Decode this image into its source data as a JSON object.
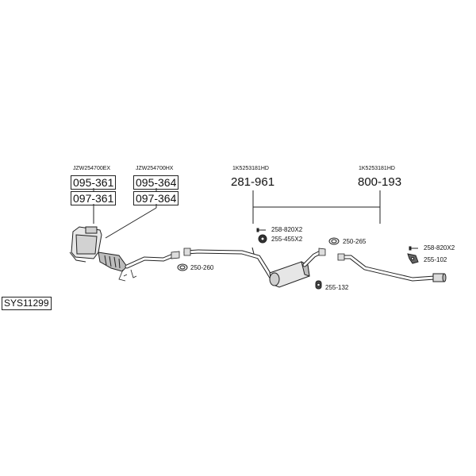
{
  "system_code": "SYS11299",
  "groups": {
    "left": {
      "ref": "JZW254700EX",
      "codes": [
        "095-361",
        "097-361"
      ]
    },
    "mid": {
      "ref": "JZW254700HX",
      "codes": [
        "095-364",
        "097-364"
      ]
    },
    "a": {
      "ref": "1K5253181HD",
      "code": "281-961"
    },
    "b": {
      "ref": "1K5253181HD",
      "code": "800-193"
    }
  },
  "parts": {
    "clamp_250_260": "250-260",
    "bolt_258_820x2_mid": "258-820X2",
    "ring_255_455x2": "255-455X2",
    "clamp_250_265": "250-265",
    "hanger_255_132": "255-132",
    "bolt_258_820x2_right": "258-820X2",
    "hanger_255_102": "255-102"
  }
}
